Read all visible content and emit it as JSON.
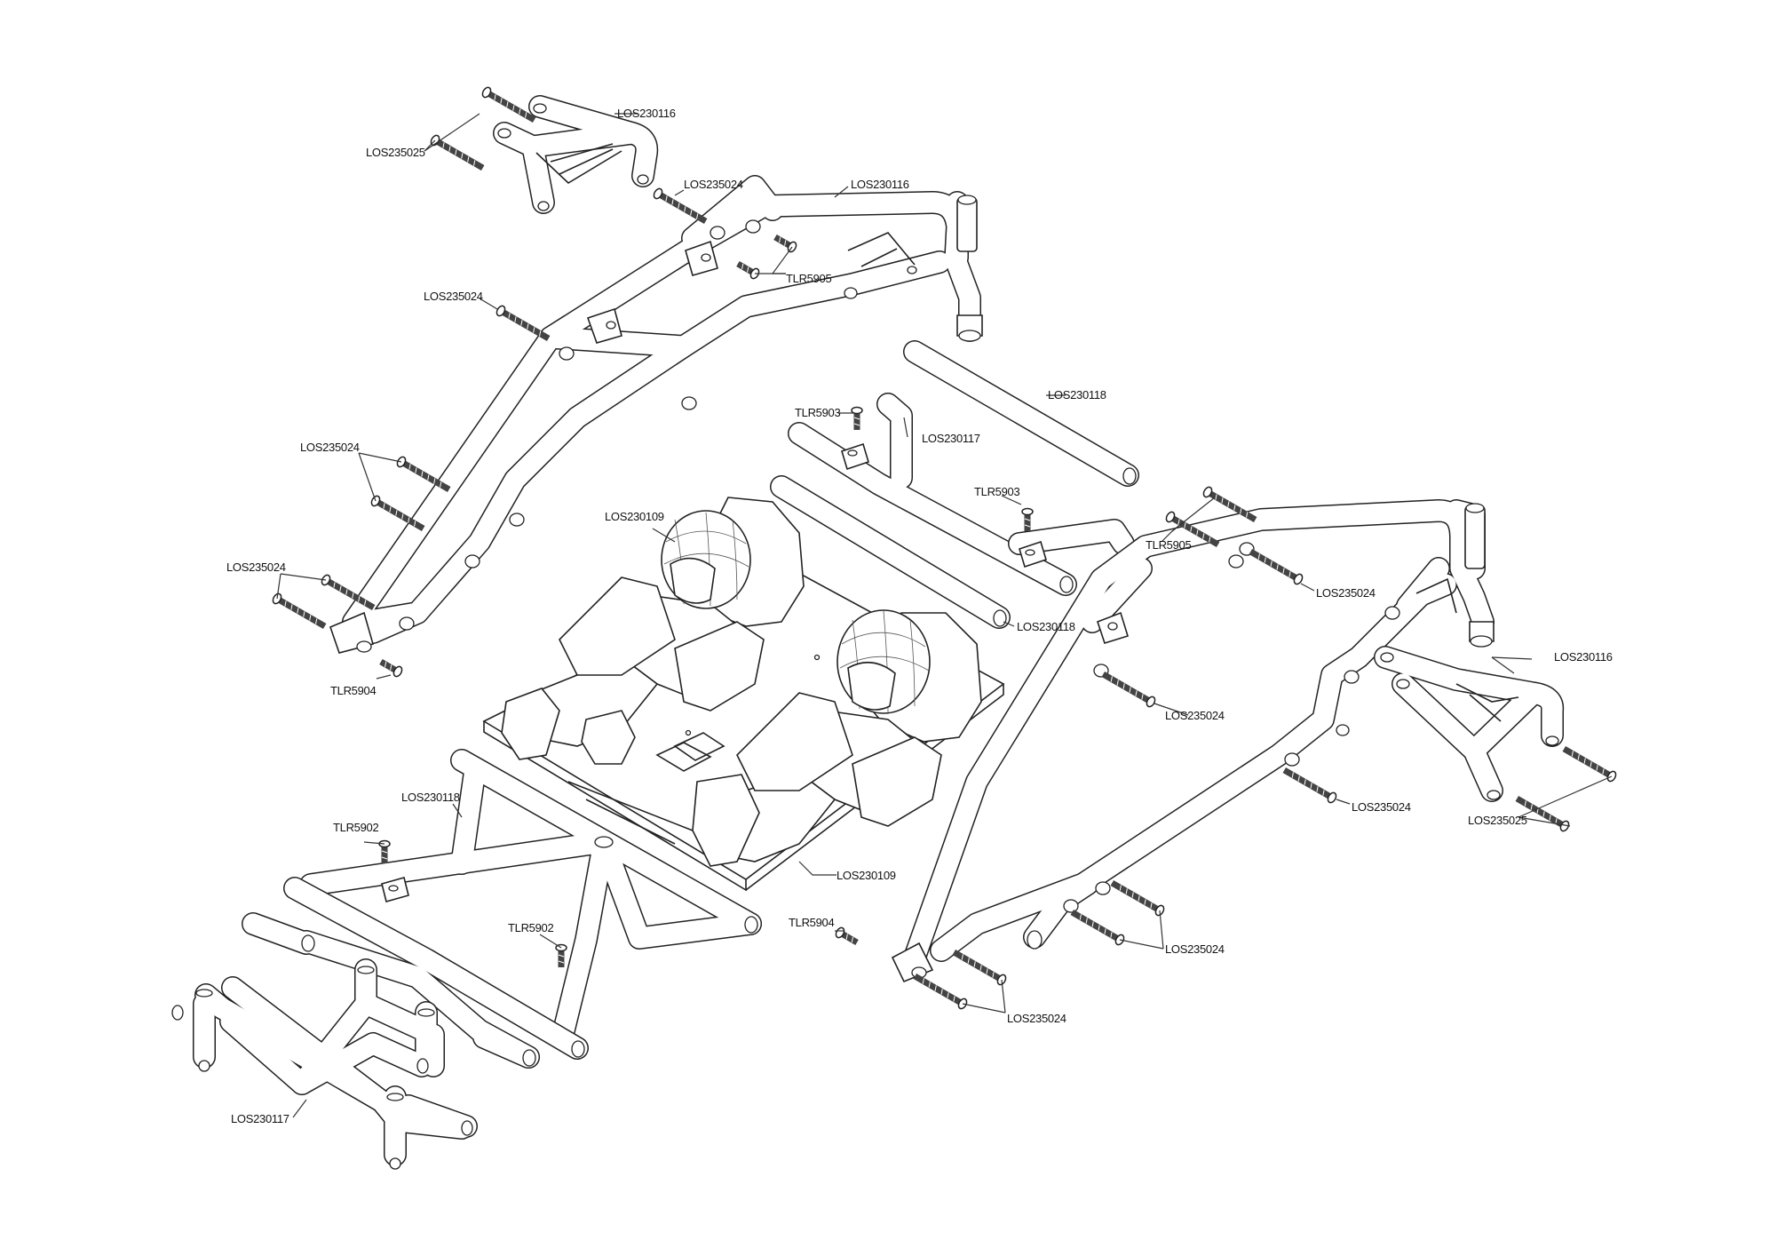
{
  "labels": {
    "top_left_body_brace": "LOS230116",
    "top_left_screw_a": "LOS235025",
    "left_cage_screw_top": "LOS235024",
    "left_cage_label": "LOS230116",
    "left_cage_tlr5905": "TLR5905",
    "left_cage_screw_mid": "LOS235024",
    "left_cage_screw_pair_1": "LOS235024",
    "left_cage_screw_pair_2": "LOS235024",
    "left_cage_tlr5904": "TLR5904",
    "roof_bar": "LOS230118",
    "center_tlr5903_a": "TLR5903",
    "center_crossbar": "LOS230117",
    "center_tlr5903_b": "TLR5903",
    "center_rod": "LOS230118",
    "drivers": "LOS230109",
    "tray": "LOS230109",
    "front_bar": "LOS230118",
    "front_tlr5902_a": "TLR5902",
    "front_tlr5902_b": "TLR5902",
    "front_bumper": "LOS230117",
    "right_cage_tlr5905": "TLR5905",
    "right_cage_screw_top": "LOS235024",
    "right_brace": "LOS230116",
    "right_cage_screw_mid": "LOS235024",
    "right_cage_screw_low": "LOS235024",
    "right_screw_b": "LOS235025",
    "right_cage_tlr5904": "TLR5904",
    "right_cage_screw_pair_1": "LOS235024",
    "right_cage_screw_pair_2": "LOS235024"
  },
  "colors": {
    "line": "#222222",
    "fill": "#ffffff",
    "background": "#ffffff"
  }
}
